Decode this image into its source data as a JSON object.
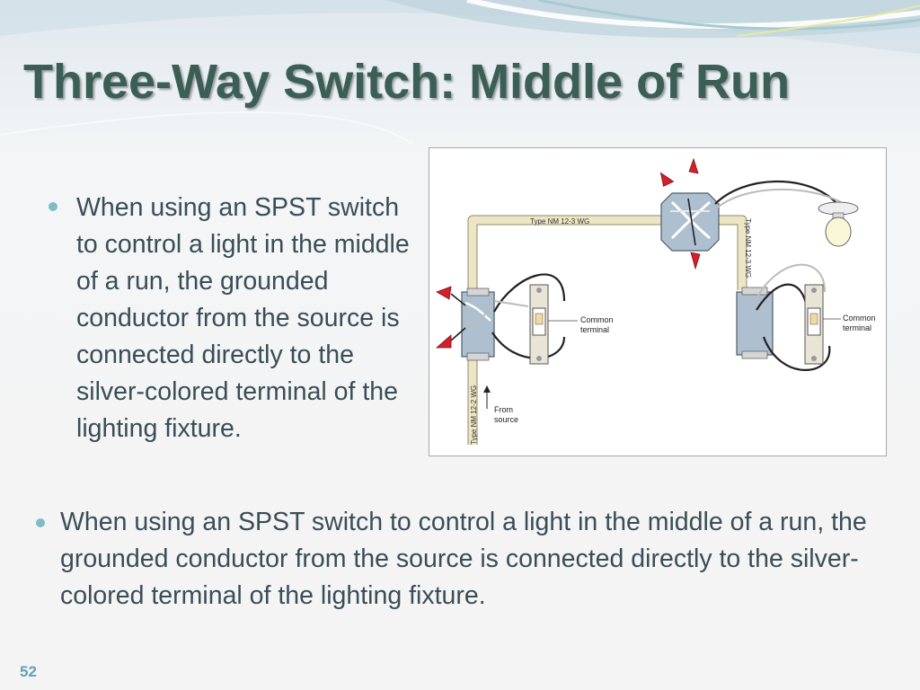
{
  "slide": {
    "title": "Three-Way Switch: Middle of Run",
    "bullet_1": "When using an SPST switch to control a light in the middle of a run, the grounded conductor from the source is connected directly to the silver-colored terminal of the lighting fixture.",
    "bullet_2": "When using an SPST switch to control a light in the middle of a run, the grounded conductor from the source is connected directly to the silver-colored terminal of the lighting fixture.",
    "page_number": "52"
  },
  "diagram": {
    "cable_top": "Type NM 12-3 WG",
    "cable_right": "Type NM 12-3 WG",
    "cable_source": "Type NM 12-2 WG",
    "label_common_left_1": "Common",
    "label_common_left_2": "terminal",
    "label_common_right_1": "Common",
    "label_common_right_2": "terminal",
    "label_from_1": "From",
    "label_from_2": "source"
  },
  "colors": {
    "title": "#3b5e55",
    "body_text": "#3a4e56",
    "bullet": "#7fbcc4",
    "page_number": "#5fa2b5",
    "wire_nut": "#d3202a",
    "cable_sheath": "#ede6c4"
  }
}
